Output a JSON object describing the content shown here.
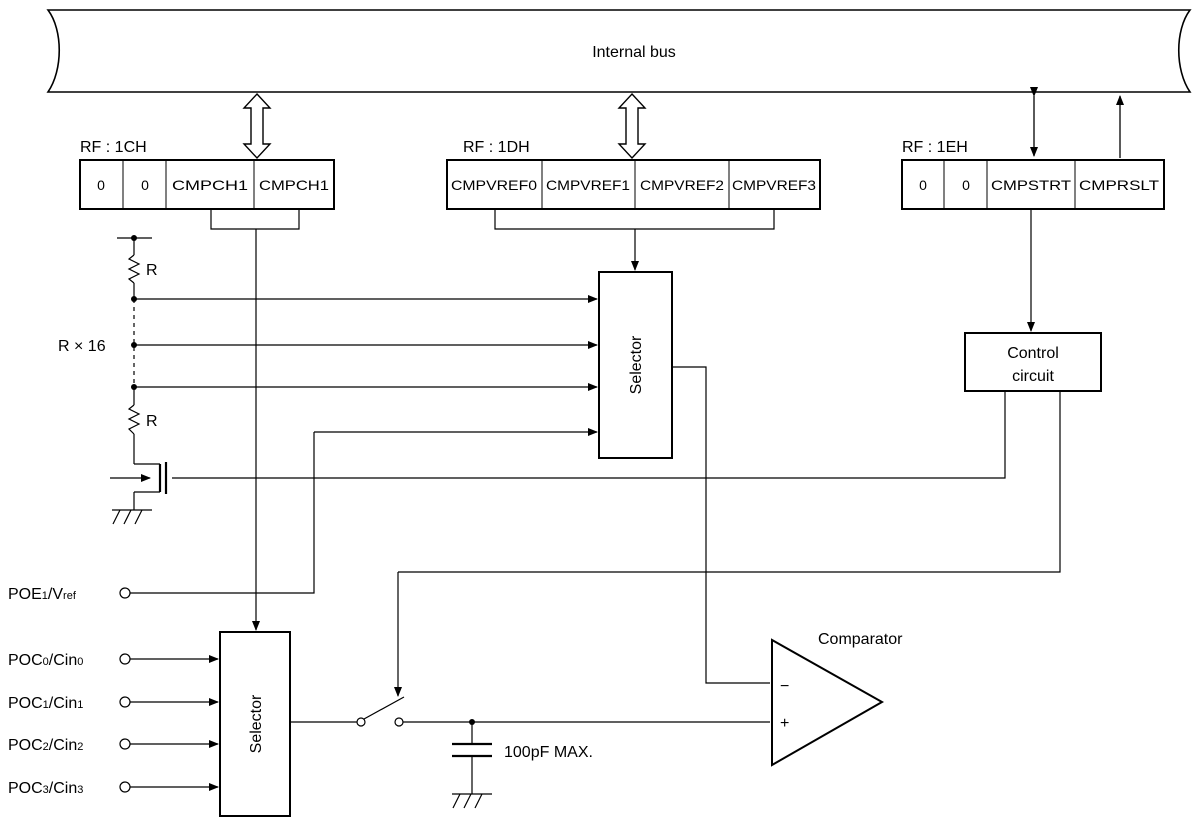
{
  "bus": {
    "label": "Internal bus"
  },
  "registers": [
    {
      "address": "RF : 1CH",
      "bits": [
        "0",
        "0",
        "CMPCH1",
        "CMPCH1"
      ]
    },
    {
      "address": "RF : 1DH",
      "bits": [
        "CMPVREF0",
        "CMPVREF1",
        "CMPVREF2",
        "CMPVREF3"
      ]
    },
    {
      "address": "RF : 1EH",
      "bits": [
        "0",
        "0",
        "CMPSTRT",
        "CMPRSLT"
      ]
    }
  ],
  "ladder": {
    "r_top": "R",
    "r_bottom": "R",
    "r_count": "R × 16"
  },
  "blocks": {
    "selector_upper": "Selector",
    "selector_lower": "Selector",
    "control_line1": "Control",
    "control_line2": "circuit",
    "comparator": "Comparator",
    "comp_minus": "−",
    "comp_plus": "+",
    "capacitor": "100pF MAX."
  },
  "pins": {
    "poe": {
      "main": "POE",
      "sub1": "1",
      "mid": "/V",
      "sub2": "ref"
    },
    "inputs": [
      {
        "main": "POC",
        "sub1": "0",
        "mid": "/Cin",
        "sub2": "0"
      },
      {
        "main": "POC",
        "sub1": "1",
        "mid": "/Cin",
        "sub2": "1"
      },
      {
        "main": "POC",
        "sub1": "2",
        "mid": "/Cin",
        "sub2": "2"
      },
      {
        "main": "POC",
        "sub1": "3",
        "mid": "/Cin",
        "sub2": "3"
      }
    ]
  }
}
